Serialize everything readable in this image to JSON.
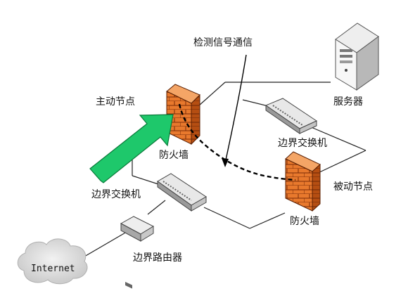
{
  "labels": {
    "detection_signal": "检测信号通信",
    "server": "服务器",
    "active_node": "主动节点",
    "firewall_active": "防火墙",
    "edge_switch_top": "边界交换机",
    "passive_node": "被动节点",
    "edge_switch_left": "边界交换机",
    "firewall_passive": "防火墙",
    "edge_router": "边界路由器",
    "internet": "Internet"
  },
  "colors": {
    "arrow_fill": "#1ec86b",
    "arrow_stroke": "#0a7a3a",
    "firewall_front": "#e8792d",
    "firewall_side": "#b54e12",
    "firewall_top": "#f4a566",
    "brick_line": "#7a2c07",
    "line": "#222222",
    "cloud": "#d9d9d9"
  },
  "icons": {
    "server": "server-icon",
    "firewall": "firewall-icon",
    "switch": "network-switch-icon",
    "router": "router-icon",
    "cloud": "cloud-icon",
    "arrow": "arrow-icon"
  }
}
